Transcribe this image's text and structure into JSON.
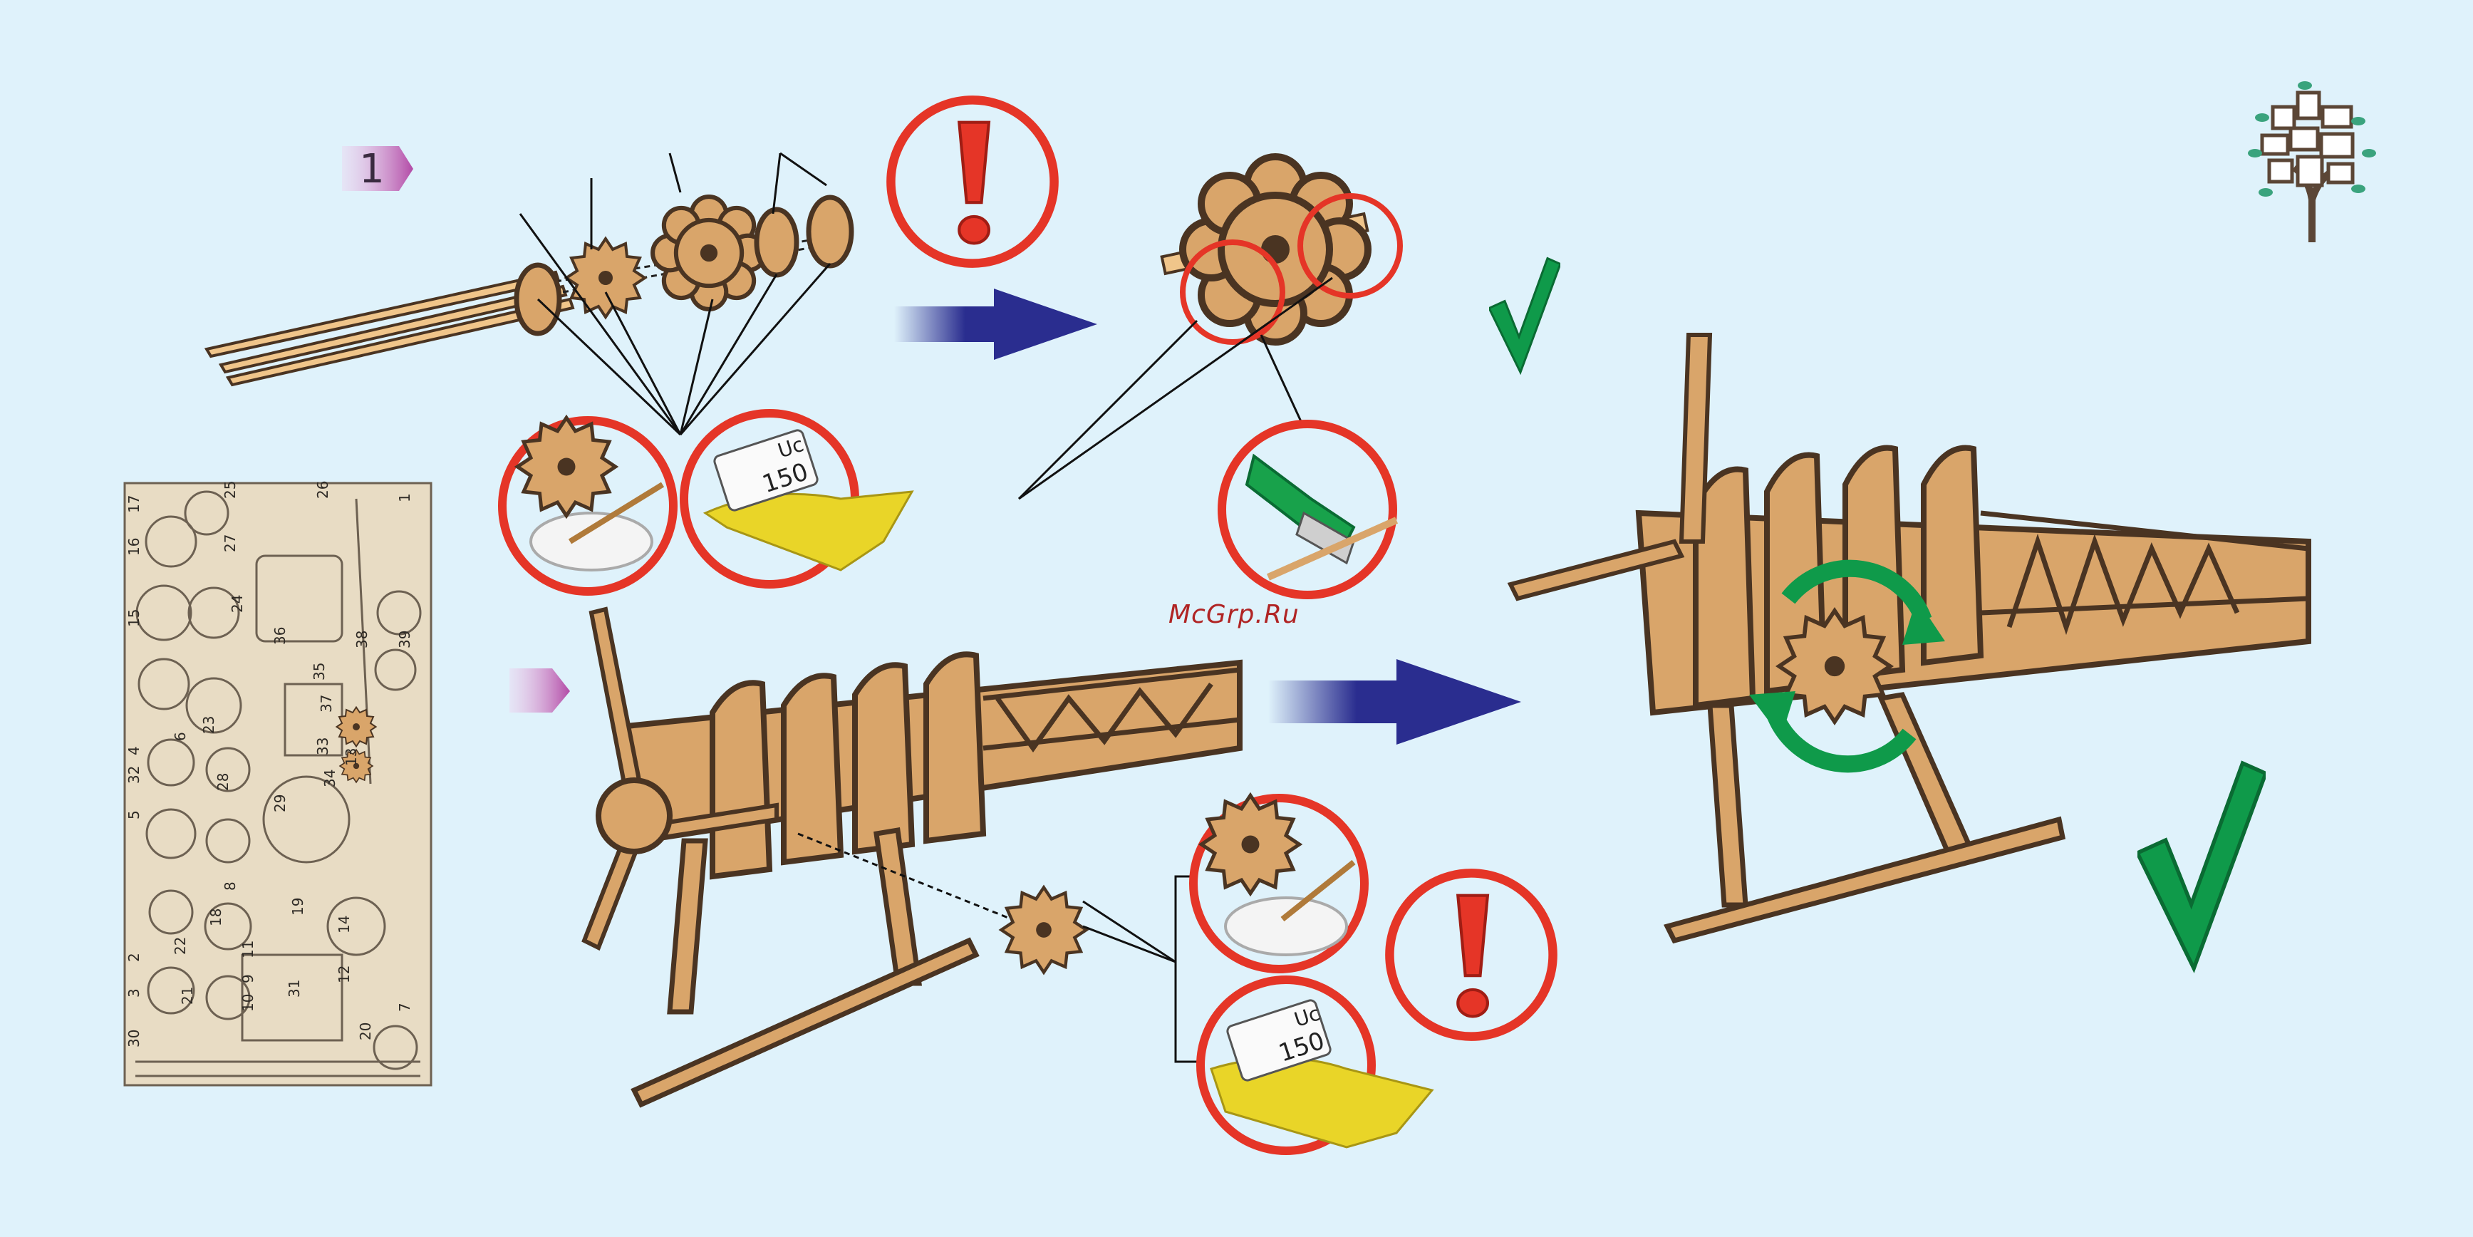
{
  "step_1": {
    "number": "1"
  },
  "step_2": {
    "number": ""
  },
  "watermark": "McGrp.Ru",
  "sandpaper_grit": "150",
  "sandpaper_prefix": "Uc",
  "sheet_numbers": [
    "17",
    "25",
    "26",
    "1",
    "16",
    "27",
    "24",
    "15",
    "36",
    "38",
    "39",
    "23",
    "35",
    "37",
    "33",
    "13",
    "4",
    "34",
    "32",
    "6",
    "5",
    "28",
    "29",
    "8",
    "2",
    "22",
    "18",
    "19",
    "14",
    "11",
    "9",
    "12",
    "3",
    "21",
    "30",
    "20",
    "10",
    "31",
    "7"
  ],
  "colors": {
    "background": "#dff2fb",
    "wood": "#d9a56a",
    "wood_edge": "#4a3422",
    "warning_red": "#e53527",
    "arrow_blue": "#2a2d8f",
    "check_green": "#0f9a4a",
    "step_badge": "#b24aa6"
  }
}
